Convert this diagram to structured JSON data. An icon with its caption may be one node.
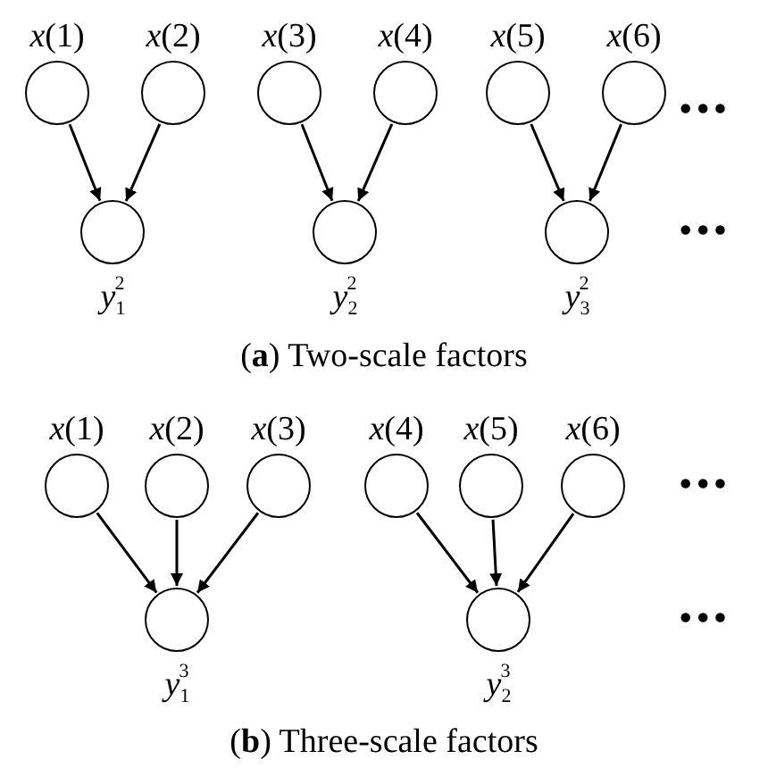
{
  "diagram": {
    "nodes": [
      {
        "text": [
          "*x*(1)"
        ]
      },
      {
        "text": [
          "*x*(2)"
        ]
      },
      {
        "text": [
          "*x*(3)"
        ]
      },
      {
        "text": [
          "*x*(4)"
        ]
      },
      {
        "text": [
          "*x*(5)"
        ]
      },
      {
        "text": [
          "*x*(6)"
        ]
      },
      {
        "text": [
          "*y*$_{1}$$^{2}$"
        ]
      },
      {
        "text": [
          "*y*$_{2}$$^{2}$"
        ]
      },
      {
        "text": [
          "*y*$_{3}$$^{2}$"
        ]
      },
      {
        "text": [
          "*x*(1)"
        ]
      },
      {
        "text": [
          "*x*(2)"
        ]
      },
      {
        "text": [
          "*x*(3)"
        ]
      },
      {
        "text": [
          "*x*(4)"
        ]
      },
      {
        "text": [
          "*x*(5)"
        ]
      },
      {
        "text": [
          "*x*(6)"
        ]
      },
      {
        "text": [
          "*y*$_{1}$$^{3}$"
        ]
      },
      {
        "text": [
          "*y*$_{2}$$^{3}$"
        ]
      }
    ],
    "edges": [
      {
        "from": 0,
        "to": 6,
        "arrow": "to"
      },
      {
        "from": 1,
        "to": 6,
        "arrow": "to"
      },
      {
        "from": 2,
        "to": 7,
        "arrow": "to"
      },
      {
        "from": 3,
        "to": 7,
        "arrow": "to"
      },
      {
        "from": 4,
        "to": 8,
        "arrow": "to"
      },
      {
        "from": 5,
        "to": 8,
        "arrow": "to"
      },
      {
        "from": 9,
        "to": 15,
        "arrow": "to"
      },
      {
        "from": 10,
        "to": 15,
        "arrow": "to"
      },
      {
        "from": 11,
        "to": 15,
        "arrow": "to"
      },
      {
        "from": 12,
        "to": 16,
        "arrow": "to"
      },
      {
        "from": 13,
        "to": 16,
        "arrow": "to"
      },
      {
        "from": 14,
        "to": 16,
        "arrow": "to"
      }
    ],
    "labels": [
      "•••",
      "•••",
      "(**a**) Two-scale factors",
      "•••",
      "•••",
      "(**b**) Three-scale factors"
    ]
  }
}
